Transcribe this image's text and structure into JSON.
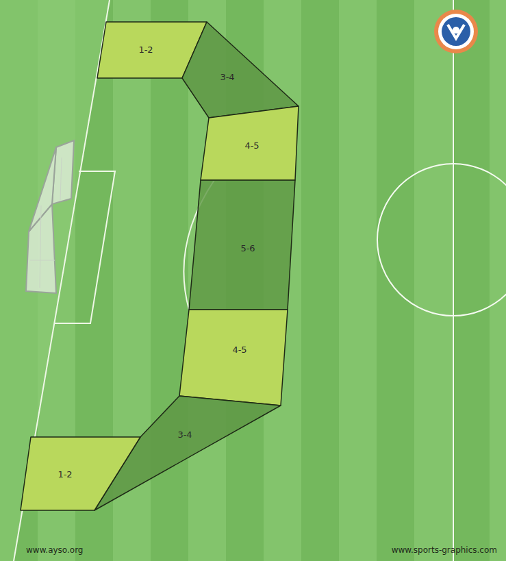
{
  "diagram": {
    "nodes": [
      {
        "text": [
          "1-2"
        ]
      },
      {
        "text": [
          "3-4"
        ]
      },
      {
        "text": [
          "4-5"
        ]
      },
      {
        "text": [
          "5-6"
        ]
      },
      {
        "text": [
          "4-5"
        ]
      },
      {
        "text": [
          "3-4"
        ]
      },
      {
        "text": [
          "1-2"
        ]
      }
    ],
    "labels": [
      "www.ayso.org",
      "www.sports-graphics.com"
    ]
  }
}
